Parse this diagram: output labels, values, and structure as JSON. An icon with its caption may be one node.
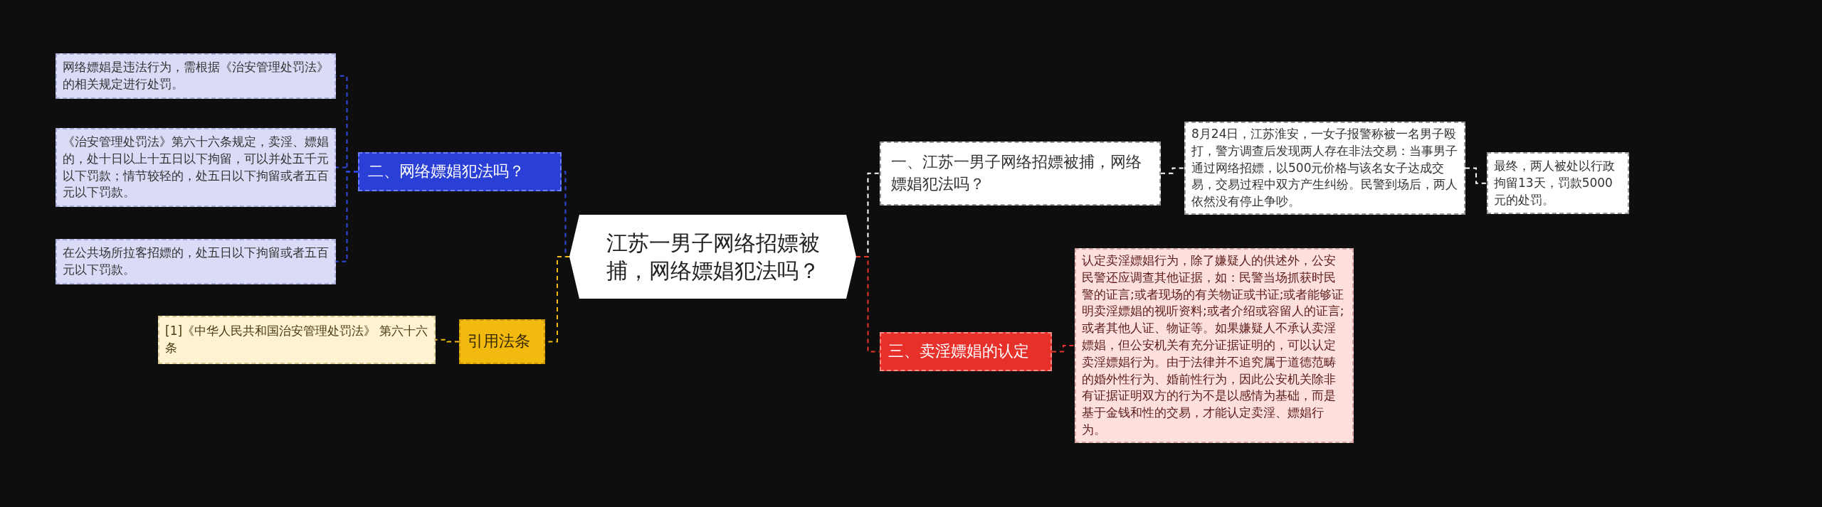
{
  "diagram": {
    "nodes": [
      {
        "text": [
          "江苏一男子网络招嫖被捕，网络嫖娼犯法吗？"
        ]
      },
      {
        "text": [
          "一、江苏一男子网络招嫖被捕，网络嫖娼犯法吗？"
        ]
      },
      {
        "text": [
          "8月24日，江苏淮安，一女子报警称被一名男子殴打，警方调查后发现两人存在非法交易：当事男子通过网络招嫖，以500元价格与该名女子达成交易，交易过程中双方产生纠纷。民警到场后，两人依然没有停止争吵。"
        ]
      },
      {
        "text": [
          "最终，两人被处以行政拘留13天，罚款5000元的处罚。"
        ]
      },
      {
        "text": [
          "二、网络嫖娼犯法吗？"
        ]
      },
      {
        "text": [
          "网络嫖娼是违法行为，需根据《治安管理处罚法》的相关规定进行处罚。"
        ]
      },
      {
        "text": [
          "《治安管理处罚法》第六十六条规定，卖淫、嫖娼的，处十日以上十五日以下拘留，可以并处五千元以下罚款；情节较轻的，处五日以下拘留或者五百元以下罚款。"
        ]
      },
      {
        "text": [
          "在公共场所拉客招嫖的，处五日以下拘留或者五百元以下罚款。"
        ]
      },
      {
        "text": [
          "三、卖淫嫖娼的认定"
        ]
      },
      {
        "text": [
          "认定卖淫嫖娼行为，除了嫌疑人的供述外，公安民警还应调查其他证据，如：民警当场抓获时民警的证言;或者现场的有关物证或书证;或者能够证明卖淫嫖娼的视听资料;或者介绍或容留人的证言;或者其他人证、物证等。如果嫌疑人不承认卖淫嫖娼，但公安机关有充分证据证明的，可以认定卖淫嫖娼行为。由于法律并不追究属于道德范畴的婚外性行为、婚前性行为，因此公安机关除非有证据证明双方的行为不是以感情为基础，而是基于金钱和性的交易，才能认定卖淫、嫖娼行为。"
        ]
      },
      {
        "text": [
          "引用法条"
        ]
      },
      {
        "text": [
          "[1]《中华人民共和国治安管理处罚法》 第六十六条"
        ]
      }
    ],
    "edges": [
      {
        "from": 0,
        "to": 1,
        "arrow": "none",
        "style": "dashed",
        "color": "#ffffff"
      },
      {
        "from": 1,
        "to": 2,
        "arrow": "none",
        "style": "dashed",
        "color": "#ffffff"
      },
      {
        "from": 2,
        "to": 3,
        "arrow": "none",
        "style": "dashed",
        "color": "#ffffff"
      },
      {
        "from": 0,
        "to": 4,
        "arrow": "none",
        "style": "dashed",
        "color": "#3048e0"
      },
      {
        "from": 4,
        "to": 5,
        "arrow": "none",
        "style": "dashed",
        "color": "#3048e0"
      },
      {
        "from": 4,
        "to": 6,
        "arrow": "none",
        "style": "dashed",
        "color": "#3048e0"
      },
      {
        "from": 4,
        "to": 7,
        "arrow": "none",
        "style": "dashed",
        "color": "#3048e0"
      },
      {
        "from": 0,
        "to": 8,
        "arrow": "none",
        "style": "dashed",
        "color": "#e8352b"
      },
      {
        "from": 8,
        "to": 9,
        "arrow": "none",
        "style": "dashed",
        "color": "#e8352b"
      },
      {
        "from": 0,
        "to": 10,
        "arrow": "none",
        "style": "dashed",
        "color": "#f2b90f"
      },
      {
        "from": 10,
        "to": 11,
        "arrow": "none",
        "style": "dashed",
        "color": "#f2b90f"
      }
    ]
  }
}
